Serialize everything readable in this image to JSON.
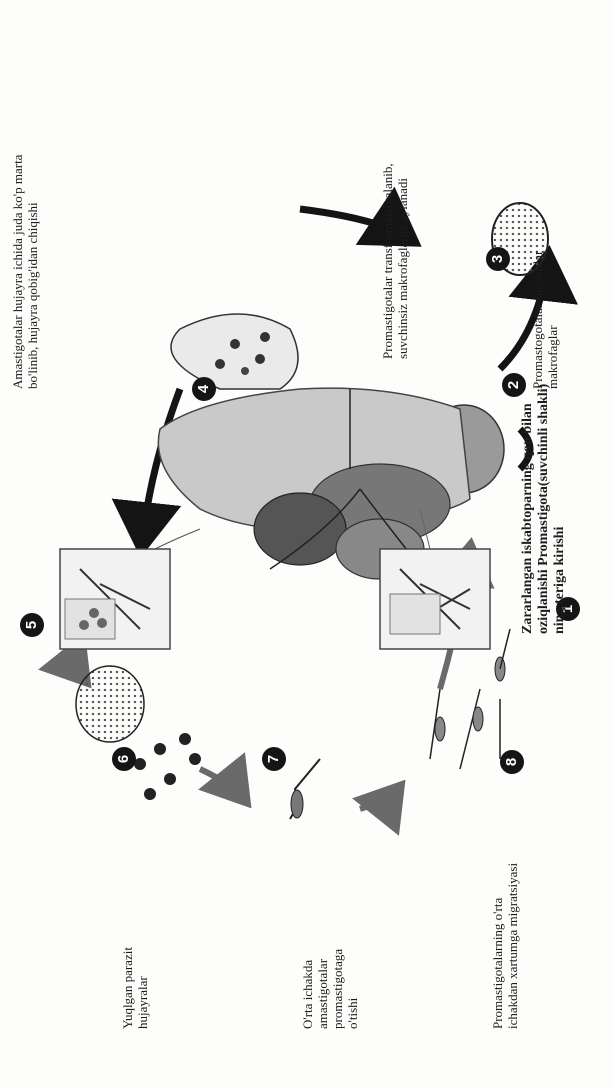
{
  "diagram": {
    "steps": [
      {
        "number": "1",
        "label": "Zararlangan iskabtoparning qon bilan\noziqlanishi Promastigota(suvchinli shakli)\nning teriga kirishi"
      },
      {
        "number": "2",
        "label": "Promastogotalar-fagositlar\nmakrofaglar"
      },
      {
        "number": "3",
        "label": ""
      },
      {
        "number": "4",
        "label": "Promastigotalar transformatsiyalanib,\nsuvchinsiz makrofaglarga aylanadi"
      },
      {
        "number": "4",
        "label": "Amastigotalar hujayra ichida juda ko'p marta\nbo'linib, hujayra qobig'idan chiqishi"
      },
      {
        "number": "5",
        "label": ""
      },
      {
        "number": "6",
        "label": "Yuqlgan parazit\nhujayralar"
      },
      {
        "number": "7",
        "label": "O'rta ichakda\namastigotalar\npromastigotaga\no'tishi"
      },
      {
        "number": "8",
        "label": "Promastigotalarning o'rta\nichakdan xartumga migratsiyasi"
      }
    ]
  }
}
